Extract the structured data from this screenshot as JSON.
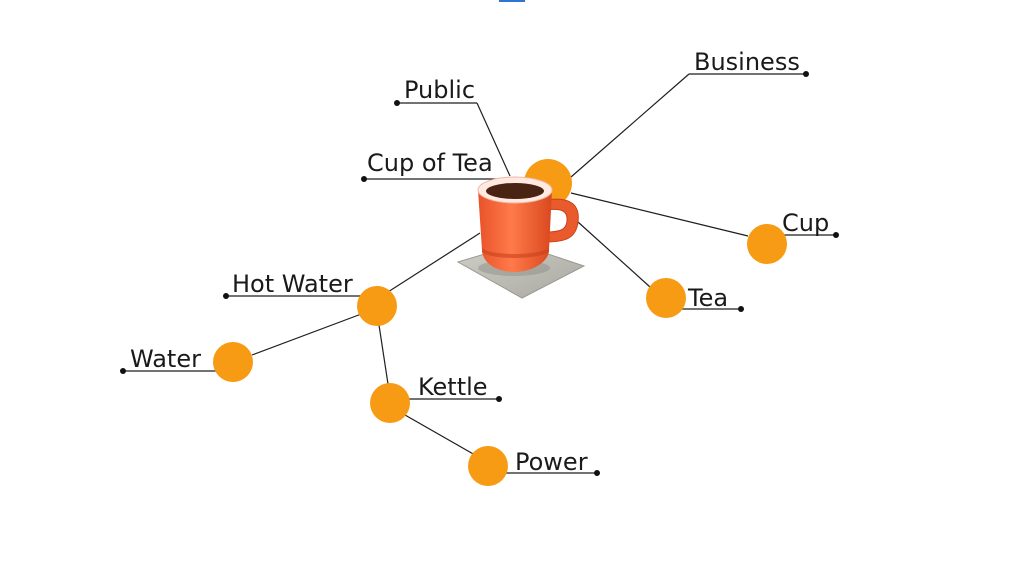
{
  "diagram": {
    "colors": {
      "node_fill": "#f79a14",
      "line": "#1e1e1e",
      "mug_body": "#f0602f",
      "coaster": "#bdbdb5"
    },
    "center": {
      "icon": "tea-mug-icon"
    },
    "labels": {
      "public": "Public",
      "business": "Business",
      "cup_of_tea": "Cup of Tea",
      "cup": "Cup",
      "tea": "Tea",
      "hot_water": "Hot Water",
      "water": "Water",
      "kettle": "Kettle",
      "power": "Power"
    }
  }
}
